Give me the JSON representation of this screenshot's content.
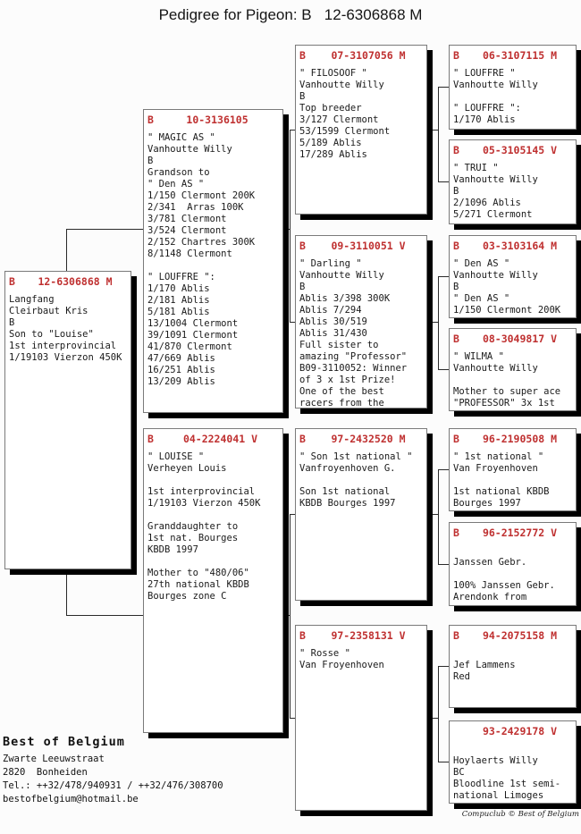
{
  "title": "Pedigree for Pigeon: B   12-6306868 M",
  "colors": {
    "header_red": "#bf3030",
    "shadow": "#000000",
    "line": "#2a2a2a"
  },
  "boxes": {
    "b12": {
      "country": "B",
      "ring": "12-6306868",
      "sex": "M",
      "lines": [
        "Langfang",
        "Cleirbaut Kris",
        "B",
        "Son to \"Louise\"",
        "1st interprovincial",
        "1/19103 Vierzon 450K"
      ]
    },
    "b10": {
      "country": "B",
      "ring": "10-3136105",
      "sex": "",
      "lines": [
        "\" MAGIC AS \"",
        "Vanhoutte Willy",
        "B",
        "Grandson to",
        "\" Den AS \"",
        "1/150 Clermont 200K",
        "2/341  Arras 100K",
        "3/781 Clermont",
        "3/524 Clermont",
        "2/152 Chartres 300K",
        "8/1148 Clermont",
        "",
        "\" LOUFFRE \":",
        "1/170 Ablis",
        "2/181 Ablis",
        "5/181 Ablis",
        "13/1004 Clermont",
        "39/1091 Clermont",
        "41/870 Clermont",
        "47/669 Ablis",
        "16/251 Ablis",
        "13/209 Ablis"
      ]
    },
    "b04": {
      "country": "B",
      "ring": "04-2224041",
      "sex": "V",
      "lines": [
        "\" LOUISE \"",
        "Verheyen Louis",
        "",
        "1st interprovincial",
        "1/19103 Vierzon 450K",
        "",
        "Granddaughter to",
        "1st nat. Bourges",
        "KBDB 1997",
        "",
        "Mother to \"480/06\"",
        "27th national KBDB",
        "Bourges zone C"
      ]
    },
    "b07": {
      "country": "B",
      "ring": "07-3107056",
      "sex": "M",
      "lines": [
        "\" FILOSOOF \"",
        "Vanhoutte Willy",
        "B",
        "Top breeder",
        "3/127 Clermont",
        "53/1599 Clermont",
        "5/189 Ablis",
        "17/289 Ablis"
      ]
    },
    "b09": {
      "country": "B",
      "ring": "09-3110051",
      "sex": "V",
      "lines": [
        "\" Darling \"",
        "Vanhoutte Willy",
        "B",
        "Ablis 3/398 300K",
        "Ablis 7/294",
        "Ablis 30/519",
        "Ablis 31/430",
        "Full sister to",
        "amazing \"Professor\"",
        "B09-3110052: Winner",
        "of 3 x 1st Prize!",
        "One of the best",
        "racers from the"
      ]
    },
    "b97a": {
      "country": "B",
      "ring": "97-2432520",
      "sex": "M",
      "lines": [
        "\" Son 1st national \"",
        "Vanfroyenhoven G.",
        "",
        "Son 1st national",
        "KBDB Bourges 1997"
      ]
    },
    "b97b": {
      "country": "B",
      "ring": "97-2358131",
      "sex": "V",
      "lines": [
        "\" Rosse \"",
        "Van Froyenhoven"
      ]
    },
    "b06": {
      "country": "B",
      "ring": "06-3107115",
      "sex": "M",
      "lines": [
        "\" LOUFFRE \"",
        "Vanhoutte Willy",
        "",
        "\" LOUFFRE \":",
        "1/170 Ablis"
      ]
    },
    "b05": {
      "country": "B",
      "ring": "05-3105145",
      "sex": "V",
      "lines": [
        "\" TRUI \"",
        "Vanhoutte Willy",
        "B",
        "2/1096 Ablis",
        "5/271 Clermont"
      ]
    },
    "b03": {
      "country": "B",
      "ring": "03-3103164",
      "sex": "M",
      "lines": [
        "\" Den AS \"",
        "Vanhoutte Willy",
        "B",
        "\" Den AS \"",
        "1/150 Clermont 200K"
      ]
    },
    "b08": {
      "country": "B",
      "ring": "08-3049817",
      "sex": "V",
      "lines": [
        "\" WILMA \"",
        "Vanhoutte Willy",
        "",
        "Mother to super ace",
        "\"PROFESSOR\" 3x 1st"
      ]
    },
    "b96a": {
      "country": "B",
      "ring": "96-2190508",
      "sex": "M",
      "lines": [
        "\" 1st national \"",
        "Van Froyenhoven",
        "",
        "1st national KBDB",
        "Bourges 1997"
      ]
    },
    "b96b": {
      "country": "B",
      "ring": "96-2152772",
      "sex": "V",
      "lines": [
        "",
        "Janssen Gebr.",
        "",
        "100% Janssen Gebr.",
        "Arendonk from"
      ]
    },
    "b94": {
      "country": "B",
      "ring": "94-2075158",
      "sex": "M",
      "lines": [
        "",
        "Jef Lammens",
        "Red"
      ]
    },
    "b93": {
      "country": "",
      "ring": "93-2429178",
      "sex": "V",
      "lines": [
        "",
        "Hoylaerts Willy",
        "BC",
        "Bloodline 1st semi-",
        "national Limoges"
      ]
    }
  },
  "footer": {
    "name": "Best of Belgium",
    "address": [
      "Zwarte Leeuwstraat",
      "2820  Bonheiden",
      "Tel.: ++32/478/940931 / ++32/476/308700",
      "bestofbelgium@hotmail.be"
    ]
  },
  "credit": "Compuclub © Best of Belgium"
}
